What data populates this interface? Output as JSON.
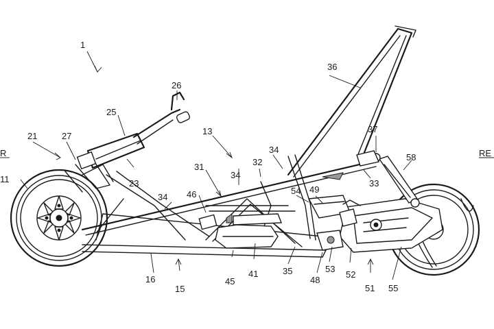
{
  "figure": {
    "left_direction_label": "R",
    "right_direction_label": "RE",
    "reference_numerals": [
      "1",
      "11",
      "13",
      "15",
      "16",
      "21",
      "23",
      "25",
      "26",
      "27",
      "31",
      "32",
      "33",
      "34",
      "34",
      "34",
      "35",
      "36",
      "37",
      "41",
      "45",
      "46",
      "48",
      "49",
      "51",
      "52",
      "53",
      "54",
      "55",
      "58"
    ]
  }
}
